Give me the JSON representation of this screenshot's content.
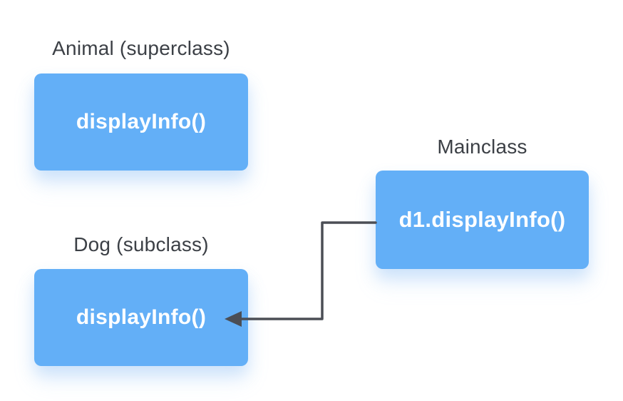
{
  "colors": {
    "background": "#ffffff",
    "box_fill": "#63aff7",
    "box_text": "#ffffff",
    "label_text": "#3c4046",
    "arrow": "#4b4e55"
  },
  "nodes": {
    "superclass": {
      "label": "Animal (superclass)",
      "method": "displayInfo()"
    },
    "subclass": {
      "label": "Dog (subclass)",
      "method": "displayInfo()"
    },
    "mainclass": {
      "label": "Mainclass",
      "method": "d1.displayInfo()"
    }
  },
  "arrow": {
    "from": "mainclass-method",
    "to": "subclass-method",
    "style": "elbow"
  }
}
